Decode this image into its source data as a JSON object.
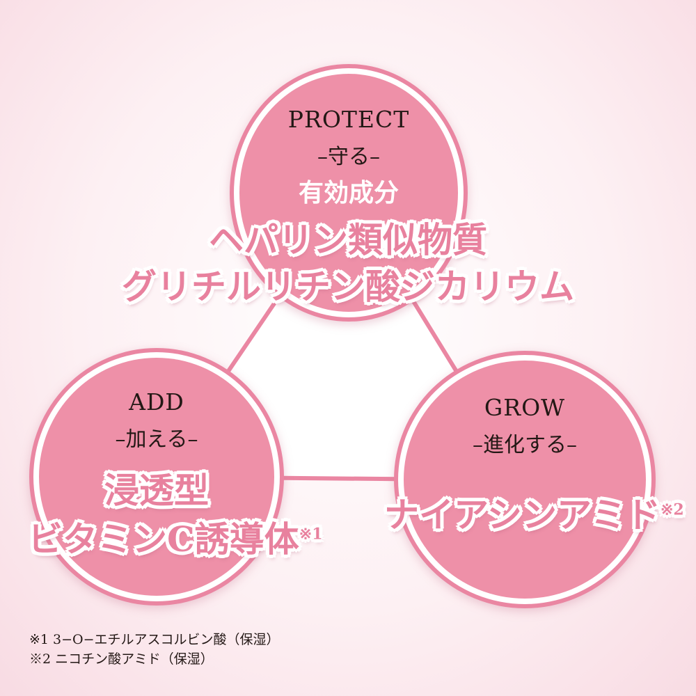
{
  "colors": {
    "accent": "#ea86a2",
    "circle_fill": "#ee90a8",
    "text": "#231815"
  },
  "protect": {
    "en": "PROTECT",
    "jp": "–守る–",
    "sub": "有効成分",
    "line1": "ヘパリン類似物質",
    "line2": "グリチルリチン酸ジカリウム"
  },
  "add": {
    "en": "ADD",
    "jp": "–加える–",
    "line1": "浸透型",
    "line2": "ビタミンC誘導体",
    "mark": "※1"
  },
  "grow": {
    "en": "GROW",
    "jp": "–進化する–",
    "line1": "ナイアシンアミド",
    "mark": "※2"
  },
  "notes": [
    "※1 3−O−エチルアスコルビン酸（保湿）",
    "※2 ニコチン酸アミド（保湿）"
  ]
}
